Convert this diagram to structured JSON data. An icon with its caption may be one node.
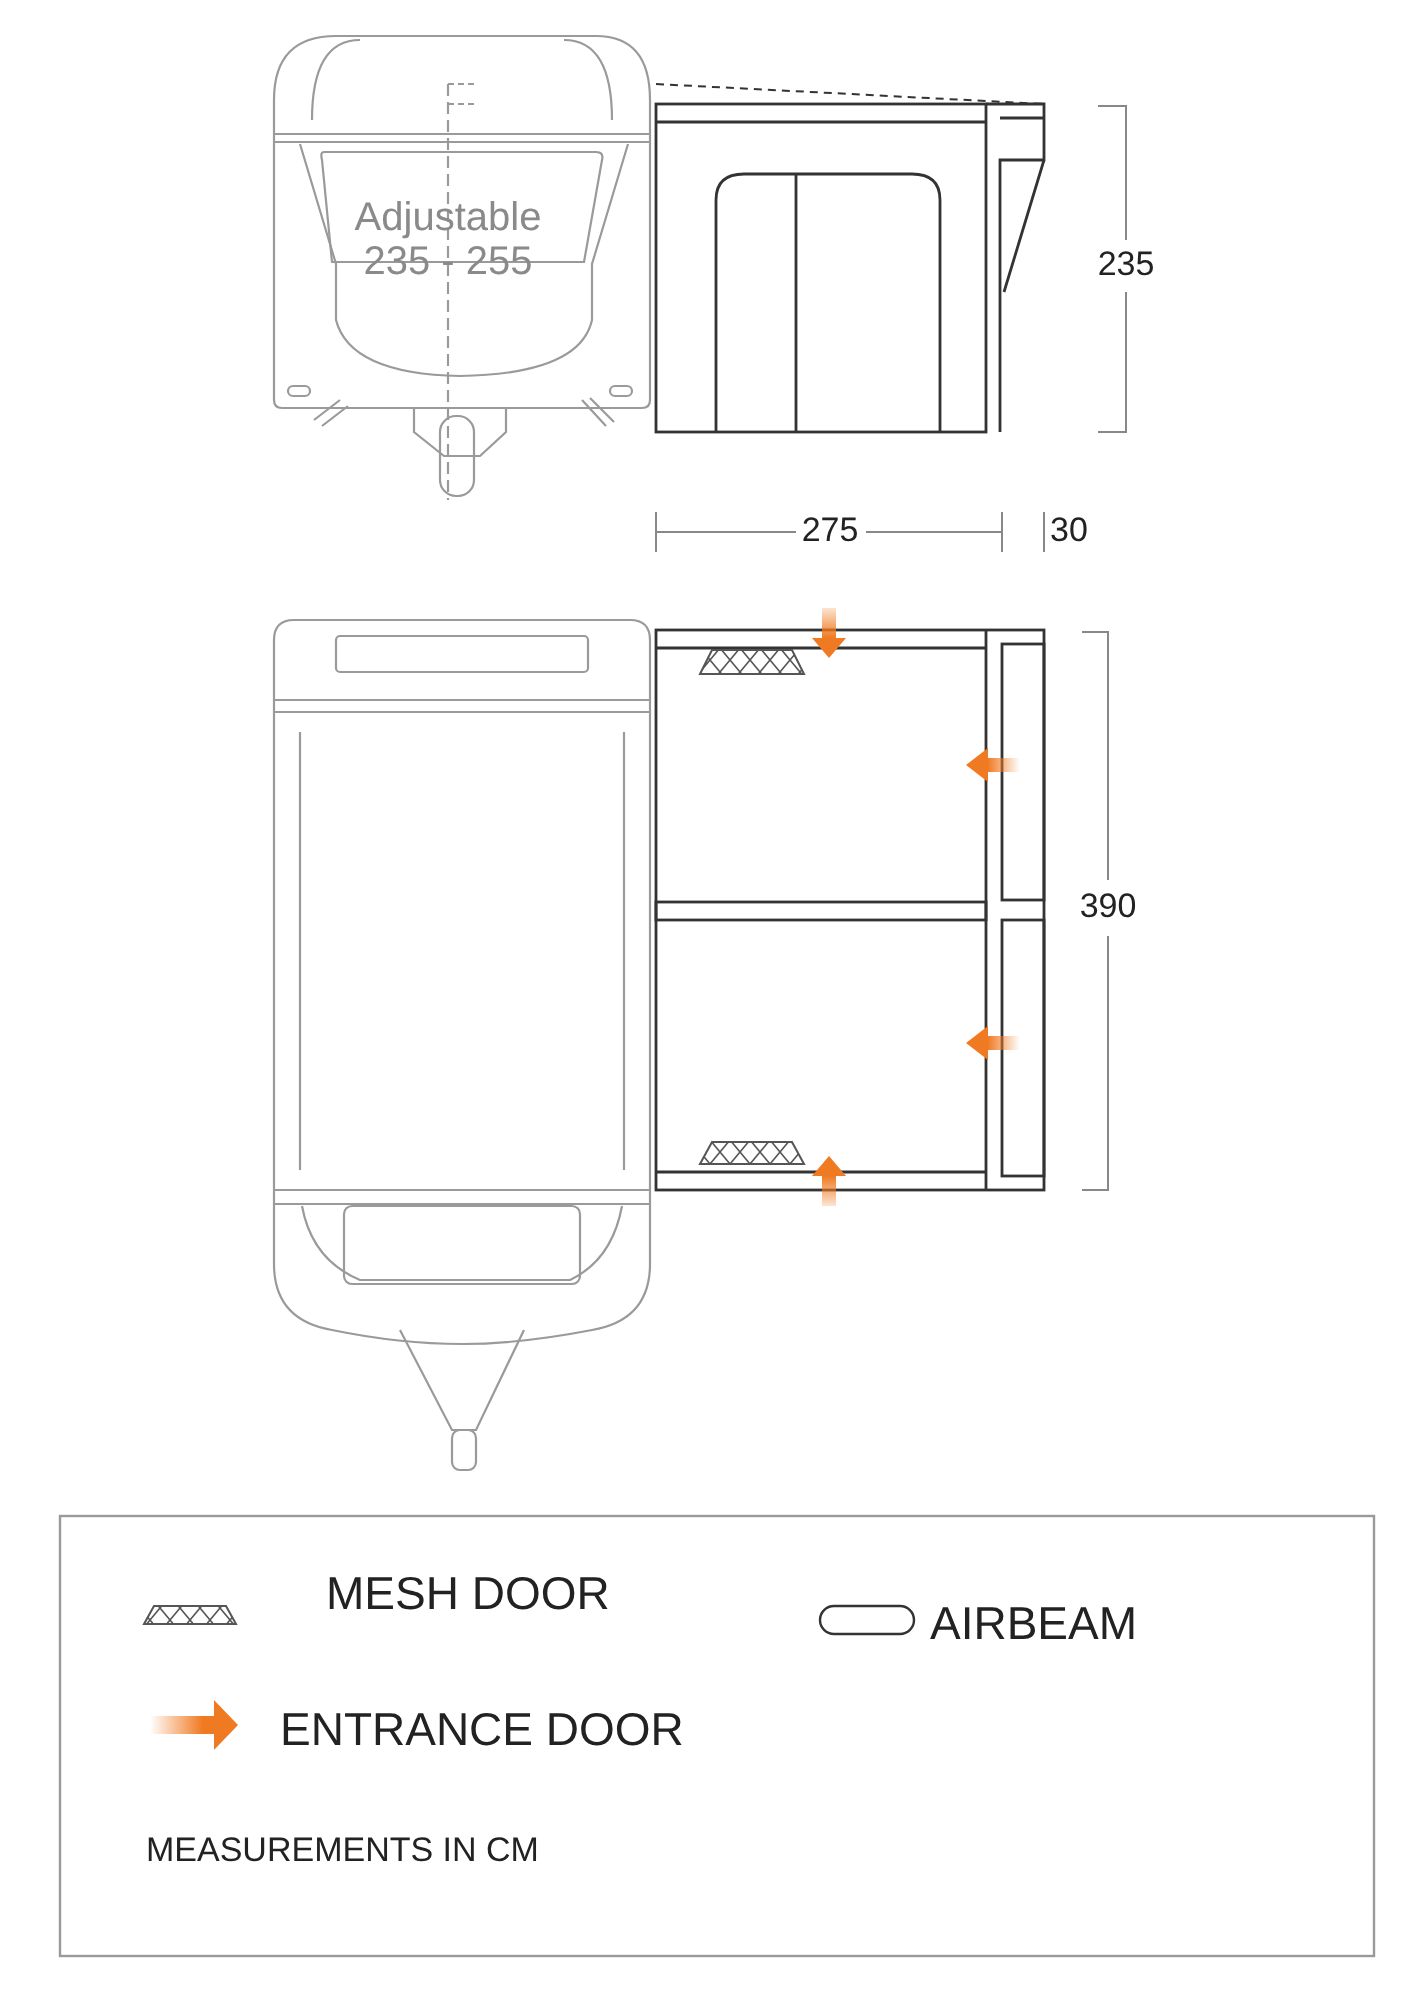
{
  "diagram": {
    "labels": [
      "Adjustable 235 - 255",
      "235",
      "275",
      "30",
      "390",
      "MEASUREMENTS IN CM"
    ],
    "legend": [
      {
        "text": "MESH DOOR"
      },
      {
        "text": "AIRBEAM"
      },
      {
        "text": "ENTRANCE DOOR"
      }
    ]
  }
}
